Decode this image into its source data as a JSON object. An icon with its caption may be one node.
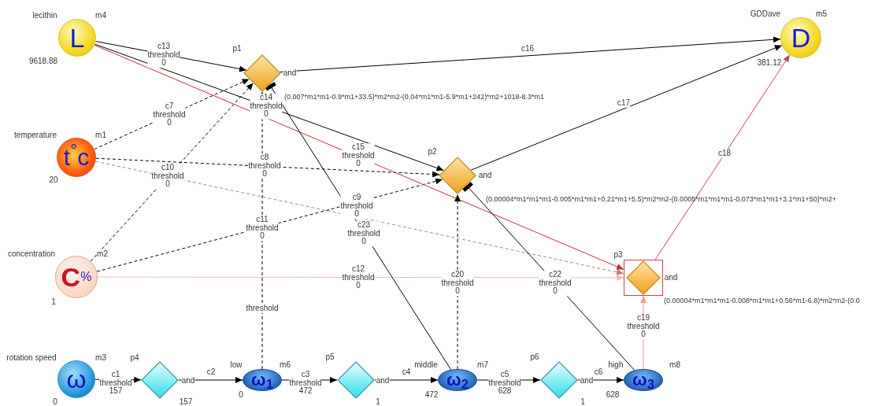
{
  "diagram": {
    "nodes": [
      {
        "text": [
          "L"
        ],
        "beside": [
          "lecithin",
          "m4",
          "9618.88"
        ]
      },
      {
        "text": [
          "t$^{°}$c"
        ],
        "beside": [
          "temperature",
          "m1",
          "20"
        ]
      },
      {
        "text": [
          "C",
          "%"
        ],
        "beside": [
          "concentration",
          "m2",
          "1"
        ]
      },
      {
        "text": [
          "ω"
        ],
        "beside": [
          "rotation speed",
          "m3",
          "0"
        ]
      },
      {
        "text": [
          "D"
        ],
        "beside": [
          "GDDave",
          "m5",
          "381.12"
        ]
      },
      {
        "text": [],
        "shape": "diamond",
        "beside": [
          "p1",
          "and",
          "(0.007*m1*m1-0.9*m1+33.5)*m2*m2-(0.04*m1*m1-5.9*m1+242)*m2+1018-8.3*m1"
        ]
      },
      {
        "text": [],
        "shape": "diamond",
        "beside": [
          "p2",
          "and",
          "(0.00004*m1*m1*m1-0.005*m1*m1+0.21*m1+5.5)*m2*m2-(0.0005*m1*m1*m1-0.073*m1*m1+3.1*m1+50)*m2+"
        ]
      },
      {
        "text": [],
        "shape": "diamond",
        "beside": [
          "p3",
          "and",
          "(0.00004*m1*m1*m1-0.008*m1*m1+0.56*m1-6.8)*m2*m2-(0.0"
        ]
      },
      {
        "text": [],
        "shape": "diamond",
        "beside": [
          "p4",
          "and",
          "157"
        ]
      },
      {
        "text": [
          "ω$_{1}$"
        ],
        "beside": [
          "low",
          "m6",
          "0"
        ]
      },
      {
        "text": [],
        "shape": "diamond",
        "beside": [
          "p5",
          "and",
          "1"
        ]
      },
      {
        "text": [
          "ω$_{2}$"
        ],
        "beside": [
          "middle",
          "m7",
          "472"
        ]
      },
      {
        "text": [],
        "shape": "diamond",
        "beside": [
          "p6",
          "and",
          "1"
        ]
      },
      {
        "text": [
          "ω$_{3}$"
        ],
        "beside": [
          "high",
          "m8",
          "628"
        ]
      }
    ],
    "edges": [
      {
        "from": 3,
        "to": 8,
        "arrow": "to",
        "label": "c1 threshold 157"
      },
      {
        "from": 8,
        "to": 9,
        "arrow": "to",
        "label": "c2"
      },
      {
        "from": 9,
        "to": 10,
        "arrow": "to",
        "label": "c3 threshold 472"
      },
      {
        "from": 10,
        "to": 11,
        "arrow": "to",
        "label": "c4"
      },
      {
        "from": 11,
        "to": 12,
        "arrow": "to",
        "label": "c5 threshold 628"
      },
      {
        "from": 12,
        "to": 13,
        "arrow": "to",
        "label": "c6"
      },
      {
        "from": 1,
        "to": 5,
        "arrow": "to",
        "label": "c7 threshold 0",
        "style": "dashed"
      },
      {
        "from": 1,
        "to": 6,
        "arrow": "to",
        "label": "c8 threshold 0",
        "style": "dashed"
      },
      {
        "from": 1,
        "to": 7,
        "arrow": "to",
        "label": "c9 threshold 0",
        "style": "dashed",
        "color": "#c87878"
      },
      {
        "from": 2,
        "to": 5,
        "arrow": "to",
        "label": "c10 threshold 0",
        "style": "dashed"
      },
      {
        "from": 2,
        "to": 6,
        "arrow": "to",
        "label": "c11 threshold 0",
        "style": "dashed"
      },
      {
        "from": 2,
        "to": 7,
        "arrow": "to",
        "label": "c12 threshold 0",
        "color": "#f0b8b8"
      },
      {
        "from": 0,
        "to": 5,
        "arrow": "to",
        "label": "c13 threshold 0"
      },
      {
        "from": 0,
        "to": 6,
        "arrow": "to",
        "label": "c14 threshold 0"
      },
      {
        "from": 0,
        "to": 7,
        "arrow": "to",
        "label": "c15 threshold 0",
        "color": "#c03030"
      },
      {
        "from": 5,
        "to": 4,
        "arrow": "to",
        "label": "c16"
      },
      {
        "from": 6,
        "to": 4,
        "arrow": "to",
        "label": "c17"
      },
      {
        "from": 7,
        "to": 4,
        "arrow": "to",
        "label": "c18",
        "color": "#c04848"
      },
      {
        "from": 13,
        "to": 7,
        "arrow": "to",
        "label": "c19 threshold 0",
        "color": "#f09898"
      },
      {
        "from": 11,
        "to": 6,
        "arrow": "to",
        "label": "c20 threshold 0",
        "style": "dashed"
      },
      {
        "from": 9,
        "to": 5,
        "arrow": "to",
        "label": "threshold",
        "style": "dashed"
      },
      {
        "from": 13,
        "to": 6,
        "arrow": "other",
        "label": "c22 threshold 0"
      },
      {
        "from": 11,
        "to": 5,
        "arrow": "other",
        "label": "c23 threshold 0"
      }
    ]
  }
}
